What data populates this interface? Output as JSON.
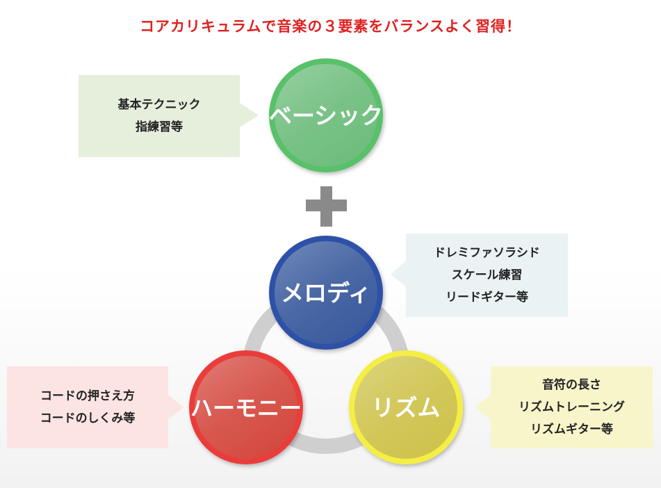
{
  "title": "コアカリキュラムで音楽の３要素をバランスよく習得！",
  "nodes": {
    "basic": {
      "label": "ベーシック",
      "color": "#6ebd7d",
      "ring": "#59c169",
      "box_color": "#e5efdc",
      "details": [
        "基本テクニック",
        "指練習等"
      ]
    },
    "melody": {
      "label": "メロディ",
      "color": "#3a5b9d",
      "ring": "#2f51a8",
      "box_color": "#eaf2f3",
      "details": [
        "ドレミファソラシド",
        "スケール練習",
        "リードギター等"
      ]
    },
    "harmony": {
      "label": "ハーモニー",
      "color": "#d44a40",
      "ring": "#ea3d3b",
      "box_color": "#fce4e2",
      "details": [
        "コードの押さえ方",
        "コードのしくみ等"
      ]
    },
    "rhythm": {
      "label": "リズム",
      "color": "#cec34d",
      "ring": "#f4ee44",
      "box_color": "#f8f5cb",
      "details": [
        "音符の長さ",
        "リズムトレーニング",
        "リズムギター等"
      ]
    }
  },
  "colors": {
    "title": "#e02020",
    "plus": "#8a8a8a",
    "ring": "#cfcfcf"
  }
}
